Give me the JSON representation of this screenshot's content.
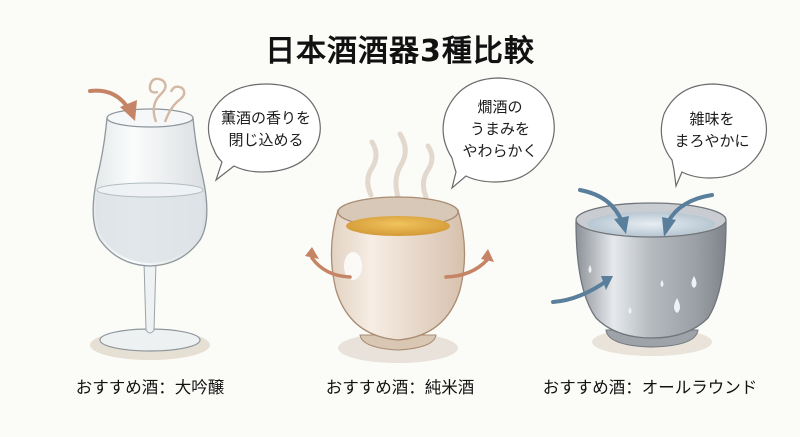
{
  "title": "日本酒酒器3種比較",
  "colors": {
    "background": "#fbfbf8",
    "warm_arrow": "#c58466",
    "cool_arrow": "#5a7f9c",
    "bubble_stroke": "#6b6b6b",
    "warm_sake": "#dba33f",
    "cup_ceramic": "#ecdfd2",
    "tin_metal": "#a9adb2"
  },
  "vessels": [
    {
      "id": "wine-glass",
      "illustration": "tulip-shaped wine glass with clear sake, aroma swirl and incoming arrow",
      "bubble_lines": [
        "薫酒の香りを",
        "閉じ込める"
      ],
      "caption": "おすすめ酒：大吟醸"
    },
    {
      "id": "ceramic-cup",
      "illustration": "round ceramic cup with warm sake, steam rising and outward arrows",
      "bubble_lines": [
        "燗酒の",
        "うまみを",
        "やわらかく"
      ],
      "caption": "おすすめ酒：純米酒"
    },
    {
      "id": "tin-cup",
      "illustration": "metal (tin) cup with cold sake, condensation droplets and inward arrows",
      "bubble_lines": [
        "雑味を",
        "まろやかに"
      ],
      "caption": "おすすめ酒：オールラウンド"
    }
  ]
}
